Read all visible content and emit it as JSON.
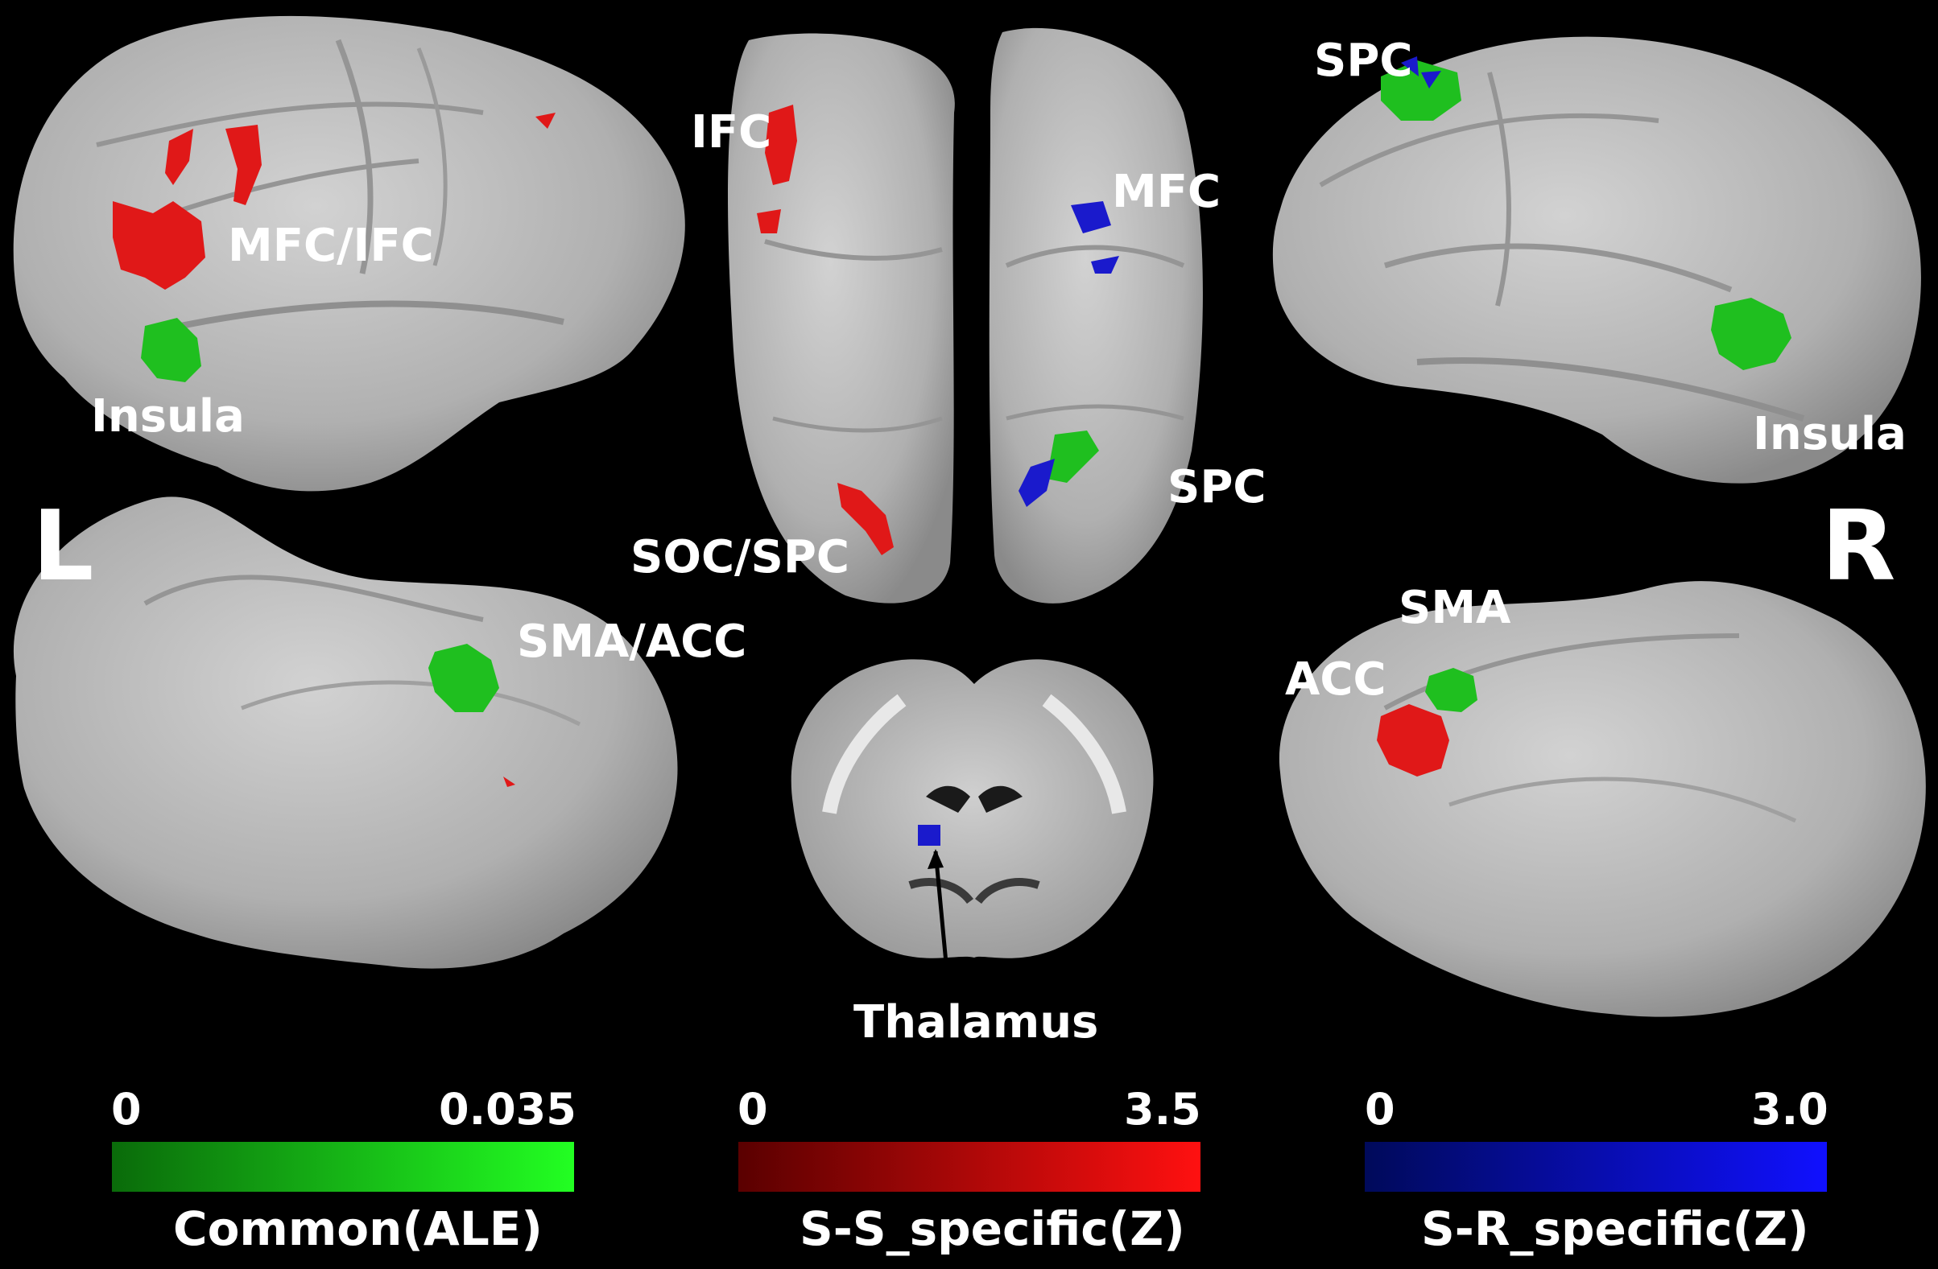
{
  "hemisphere_labels": {
    "left": "L",
    "right": "R"
  },
  "region_labels": {
    "mfc_ifc": "MFC/IFC",
    "insula_left": "Insula",
    "ifc": "IFC",
    "mfc": "MFC",
    "spc_dorsal": "SPC",
    "soc_spc": "SOC/SPC",
    "spc_right": "SPC",
    "insula_right": "Insula",
    "sma_acc": "SMA/ACC",
    "sma": "SMA",
    "acc": "ACC",
    "thalamus": "Thalamus"
  },
  "colorbars": [
    {
      "title": "Common(ALE)",
      "min": "0",
      "max": "0.035",
      "color_low": "#0a6b0a",
      "color_high": "#22ff22"
    },
    {
      "title": "S-S_specific(Z)",
      "min": "0",
      "max": "3.5",
      "color_low": "#5a0000",
      "color_high": "#ff1010"
    },
    {
      "title": "S-R_specific(Z)",
      "min": "0",
      "max": "3.0",
      "color_low": "#000a5a",
      "color_high": "#1010ff"
    }
  ],
  "colors": {
    "common": "#1fbf1f",
    "s_s_specific": "#e01818",
    "s_r_specific": "#1a1acc",
    "cortex": "#b4b4b4"
  }
}
